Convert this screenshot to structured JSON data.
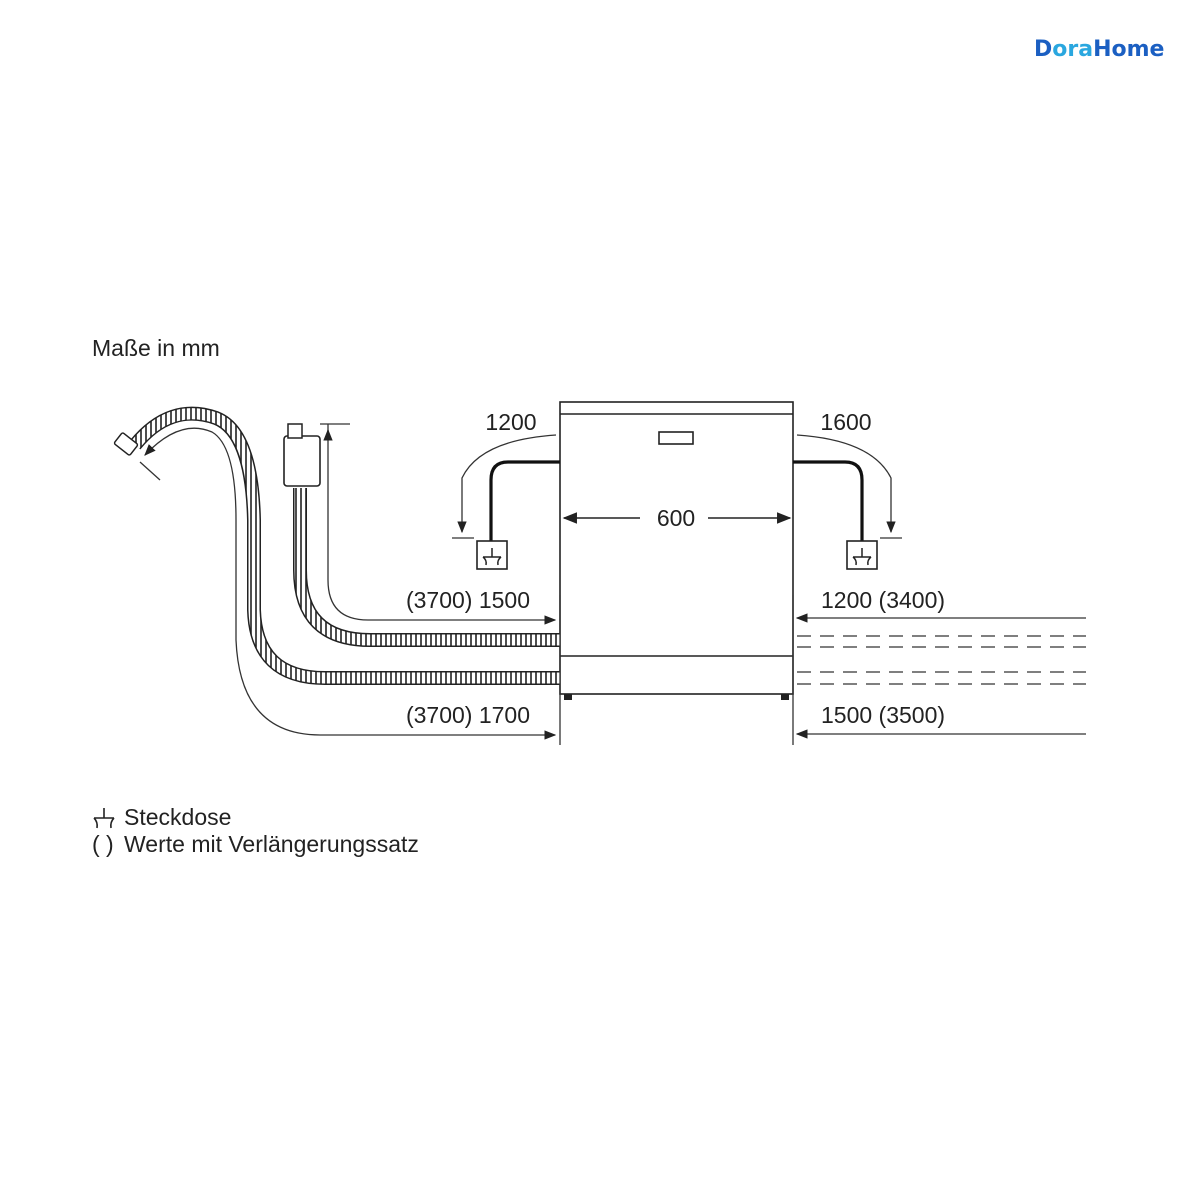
{
  "brand": {
    "prefix": "D",
    "middle": "ora",
    "suffix": "Home",
    "primary_color": "#1b5fc2",
    "accent_color": "#2aa7df"
  },
  "diagram": {
    "units_label": "Maße in mm",
    "width_label": "600",
    "left_cord_label": "1200",
    "right_cord_label": "1600",
    "left_upper_hose_label": "(3700) 1500",
    "left_lower_hose_label": "(3700) 1700",
    "right_upper_label": "1200 (3400)",
    "right_lower_label": "1500 (3500)"
  },
  "legend": {
    "socket_symbol": "socket-icon",
    "socket_text": "Steckdose",
    "parens_symbol": "( )",
    "parens_text": "Werte mit Verlängerungssatz"
  }
}
